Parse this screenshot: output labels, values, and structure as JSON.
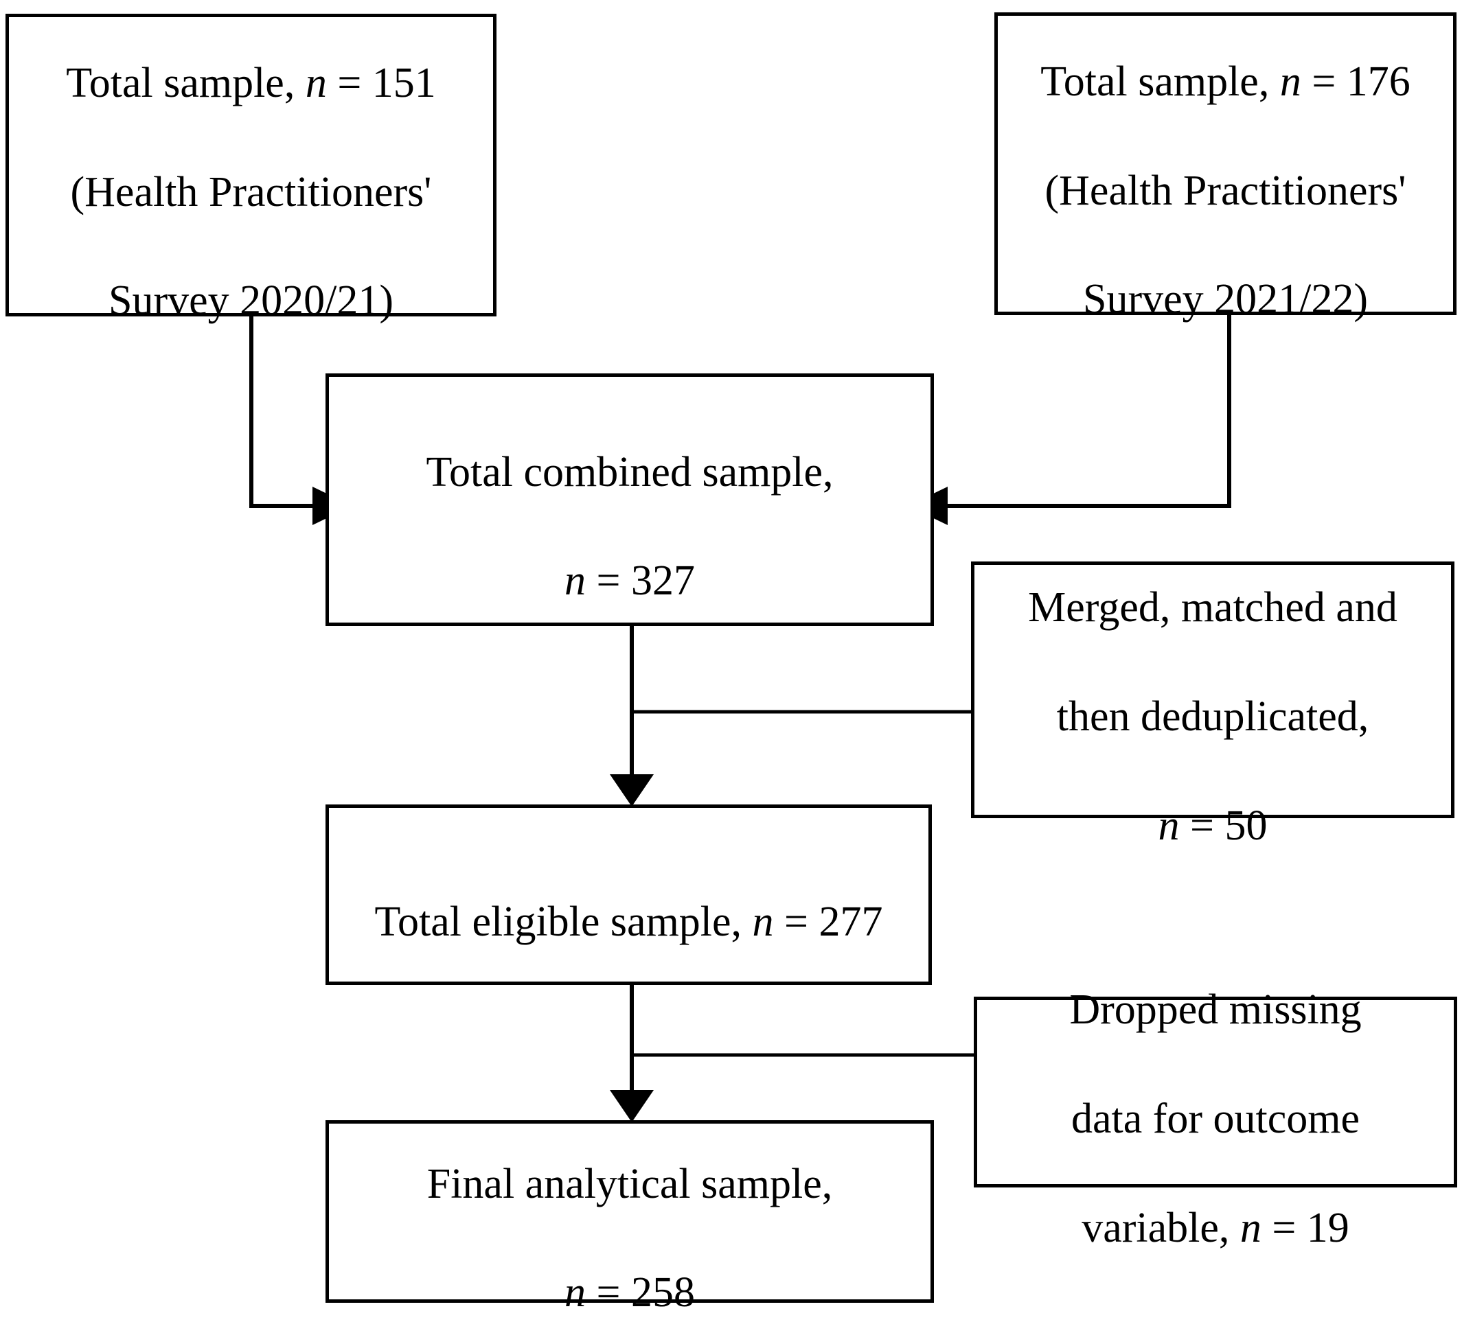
{
  "figure": {
    "type": "flowchart",
    "orientation": "top-to-bottom",
    "background_color": "#ffffff",
    "line_color": "#000000"
  },
  "boxes": {
    "survey_2020": {
      "line1_prefix": "Total sample, ",
      "line1_italic": "n",
      "line1_suffix": " = 151",
      "line2": "(Health Practitioners'",
      "line3": "Survey 2020/21)",
      "full_text": "Total sample, n = 151 (Health Practitioners' Survey 2020/21)",
      "n_value": 151
    },
    "survey_2021": {
      "line1_prefix": "Total sample, ",
      "line1_italic": "n",
      "line1_suffix": " = 176",
      "line2": "(Health Practitioners'",
      "line3": "Survey 2021/22)",
      "full_text": "Total sample, n = 176 (Health Practitioners' Survey 2021/22)",
      "n_value": 176
    },
    "combined_sample": {
      "line1": "Total combined sample,",
      "line2_italic": "n",
      "line2_suffix": " = 327",
      "full_text": "Total combined sample, n = 327",
      "n_value": 327
    },
    "deduplicated": {
      "line1": "Merged,  matched and",
      "line2": "then deduplicated,",
      "line3_italic": "n",
      "line3_suffix": " = 50",
      "full_text": "Merged, matched and then deduplicated, n = 50",
      "n_value": 50
    },
    "eligible_sample": {
      "line1_prefix": "Total eligible sample, ",
      "line1_italic": "n",
      "line1_suffix": " = 277",
      "full_text": "Total eligible sample, n = 277",
      "n_value": 277
    },
    "dropped_missing": {
      "line1": "Dropped missing",
      "line2": "data for outcome",
      "line3_prefix": "variable, ",
      "line3_italic": "n",
      "line3_suffix": " = 19",
      "full_text": "Dropped missing data for outcome variable, n = 19",
      "n_value": 19
    },
    "final_sample": {
      "line1": "Final analytical sample,",
      "line2_italic": "n",
      "line2_suffix": " = 258",
      "full_text": "Final analytical sample, n = 258",
      "n_value": 258
    }
  },
  "connectors": [
    {
      "name": "survey-2020-to-combined",
      "from": "survey_2020",
      "to": "combined_sample",
      "arrowhead": "right"
    },
    {
      "name": "survey-2021-to-combined",
      "from": "survey_2021",
      "to": "combined_sample",
      "arrowhead": "left"
    },
    {
      "name": "combined-to-eligible",
      "from": "combined_sample",
      "to": "eligible_sample",
      "arrowhead": "down"
    },
    {
      "name": "combined-to-deduplicated",
      "from": "combined_sample",
      "to": "deduplicated",
      "arrowhead": "none"
    },
    {
      "name": "eligible-to-final",
      "from": "eligible_sample",
      "to": "final_sample",
      "arrowhead": "down"
    },
    {
      "name": "eligible-to-dropped",
      "from": "eligible_sample",
      "to": "dropped_missing",
      "arrowhead": "none"
    }
  ]
}
